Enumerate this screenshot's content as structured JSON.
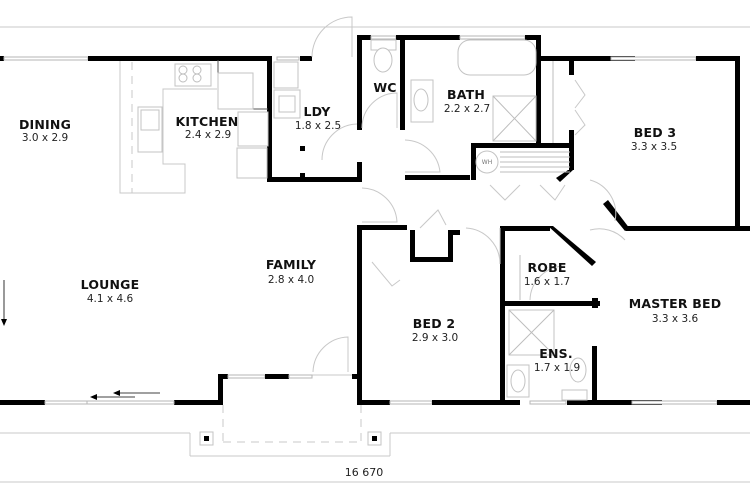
{
  "plan": {
    "overall_width": "16 670",
    "wh_label": "WH",
    "rooms": {
      "dining": {
        "name": "DINING",
        "dims": "3.0 x 2.9"
      },
      "kitchen": {
        "name": "KITCHEN",
        "dims": "2.4 x 2.9"
      },
      "ldy": {
        "name": "LDY",
        "dims": "1.8 x 2.5"
      },
      "wc": {
        "name": "WC",
        "dims": ""
      },
      "bath": {
        "name": "BATH",
        "dims": "2.2 x 2.7"
      },
      "bed3": {
        "name": "BED  3",
        "dims": "3.3 x 3.5"
      },
      "lounge": {
        "name": "LOUNGE",
        "dims": "4.1 x 4.6"
      },
      "family": {
        "name": "FAMILY",
        "dims": "2.8 x 4.0"
      },
      "bed2": {
        "name": "BED 2",
        "dims": "2.9 x 3.0"
      },
      "robe": {
        "name": "ROBE",
        "dims": "1.6 x 1.7"
      },
      "master_bed": {
        "name": "MASTER BED",
        "dims": "3.3 x 3.6"
      },
      "ens": {
        "name": "ENS.",
        "dims": "1.7 x 1.9"
      }
    },
    "colors": {
      "wall": "#000000",
      "fixture_line": "#c3c3c3",
      "background": "#ffffff"
    }
  }
}
